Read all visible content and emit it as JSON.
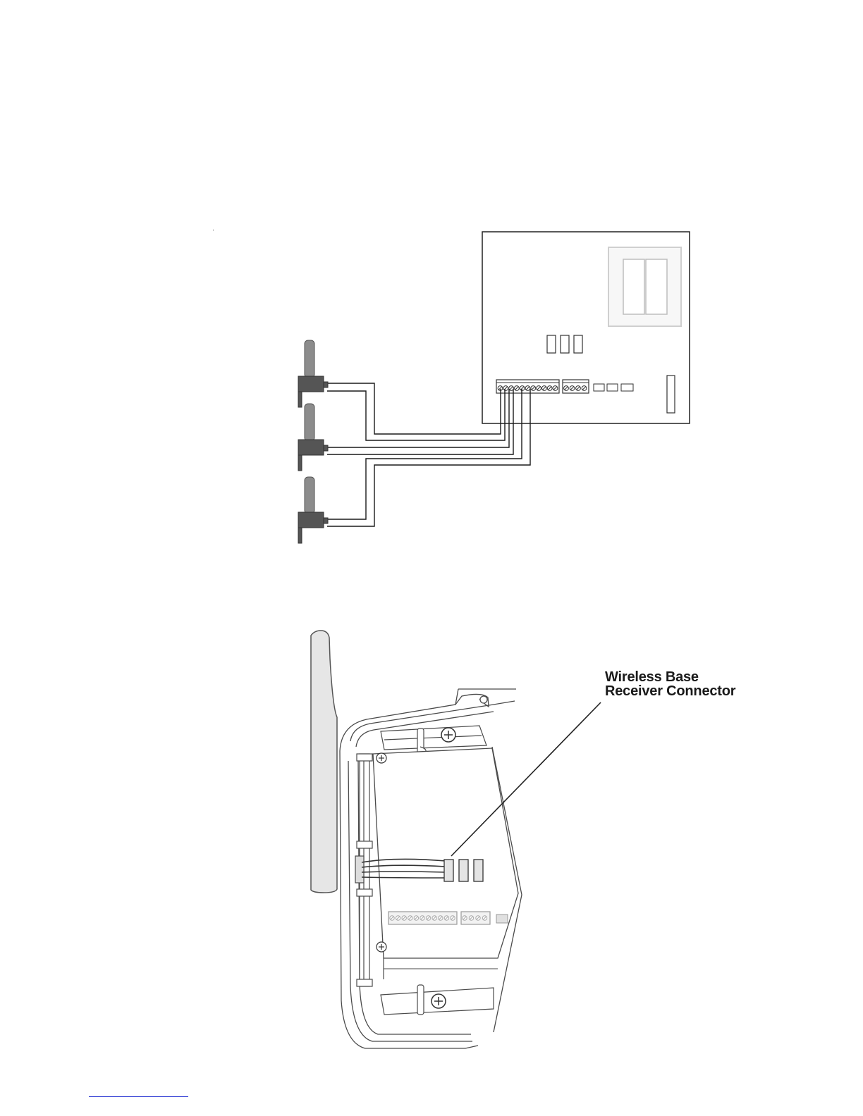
{
  "wiring_diagram": {
    "antenna_count": 3,
    "terminal_block_main_screws": 11,
    "terminal_block_aux_screws": 4
  },
  "enclosure_diagram": {
    "callout_label_line1": "Wireless Base",
    "callout_label_line2": "Receiver Connector"
  },
  "colors": {
    "wire": "#1a1a1a",
    "antenna_mast": "#8c8c8c",
    "antenna_bracket": "#555555",
    "board_outline": "#222222",
    "footer_rule": "#3b46d6"
  }
}
